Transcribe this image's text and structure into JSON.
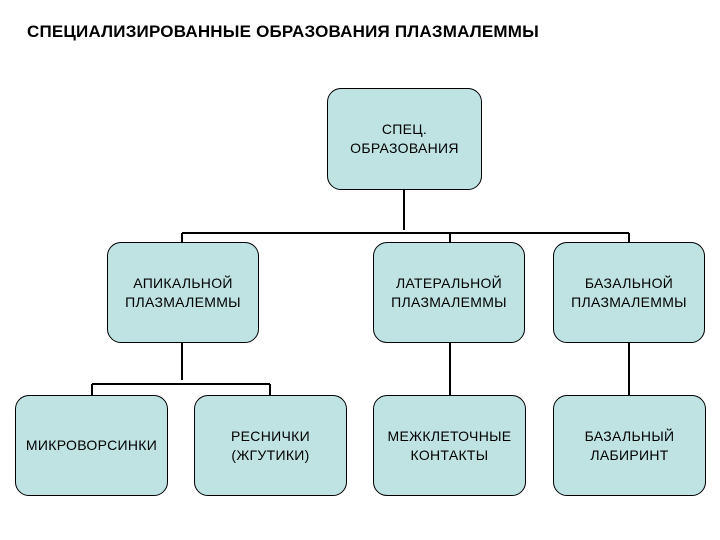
{
  "title": "СПЕЦИАЛИЗИРОВАННЫЕ ОБРАЗОВАНИЯ ПЛАЗМАЛЕММЫ",
  "colors": {
    "node_fill": "#bfe3e3",
    "node_border": "#000000",
    "connector": "#000000"
  },
  "nodes": {
    "root": [
      "СПЕЦ.",
      "ОБРАЗОВАНИЯ"
    ],
    "apical": [
      "АПИКАЛЬНОЙ",
      "ПЛАЗМАЛЕММЫ"
    ],
    "lateral": [
      "ЛАТЕРАЛЬНОЙ",
      "ПЛАЗМАЛЕММЫ"
    ],
    "basal": [
      "БАЗАЛЬНОЙ",
      "ПЛАЗМАЛЕММЫ"
    ],
    "microvilli": [
      "МИКРОВОРСИНКИ"
    ],
    "cilia": [
      "РЕСНИЧКИ",
      "(ЖГУТИКИ)"
    ],
    "contacts": [
      "МЕЖКЛЕТОЧНЫЕ",
      "КОНТАКТЫ"
    ],
    "labyrinth": [
      "БАЗАЛЬНЫЙ",
      "ЛАБИРИНТ"
    ]
  }
}
